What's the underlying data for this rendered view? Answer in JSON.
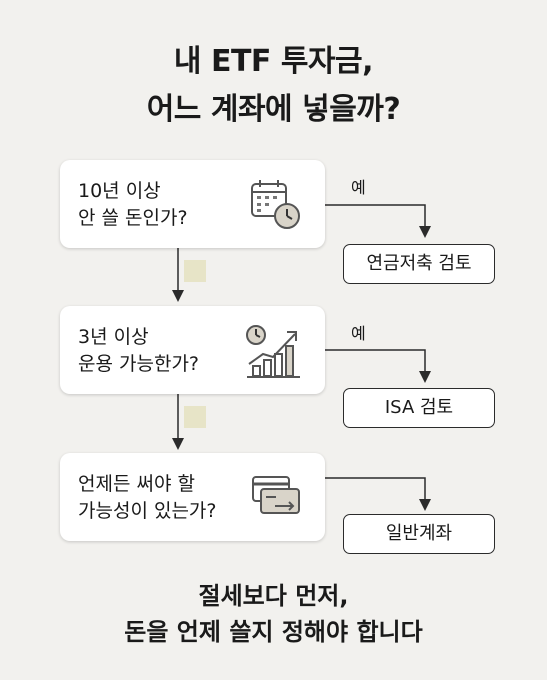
{
  "title": {
    "line1": "내 ETF 투자금,",
    "line2": "어느 계좌에 넣을까?"
  },
  "steps": [
    {
      "question_line1": "10년 이상",
      "question_line2": "안 쓸 돈인가?",
      "icon": "calendar-clock-icon",
      "branch_label": "예",
      "result": "연금저축 검토"
    },
    {
      "question_line1": "3년 이상",
      "question_line2": "운용 가능한가?",
      "icon": "growth-chart-icon",
      "branch_label": "예",
      "result": "ISA 검토"
    },
    {
      "question_line1": "언제든 써야 할",
      "question_line2": "가능성이 있는가?",
      "icon": "card-transfer-icon",
      "branch_label": "",
      "result": "일반계좌"
    }
  ],
  "conclusion": {
    "line1": "절세보다 먼저,",
    "line2": "돈을 언제 쓸지 정해야 합니다"
  },
  "colors": {
    "background": "#f2f1ee",
    "card": "#ffffff",
    "note": "#e7e4c7",
    "stroke": "#2b2b2b"
  }
}
